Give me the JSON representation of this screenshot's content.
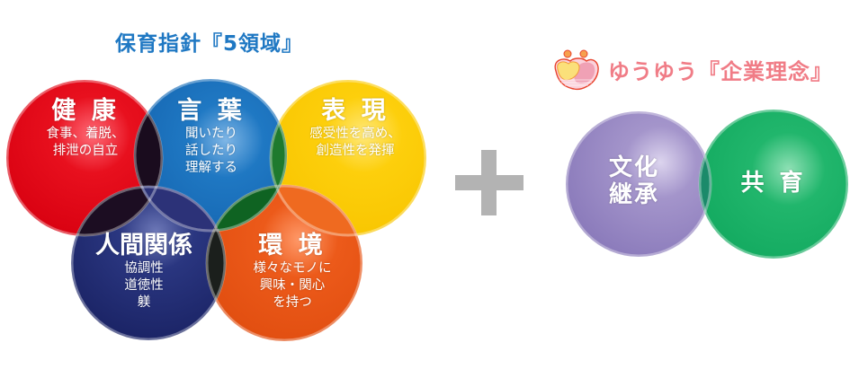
{
  "left": {
    "title": "保育指針『5領域』",
    "domains": [
      {
        "key": "health",
        "title": "健 康",
        "lines": [
          "食事、着脱、",
          "排泄の自立"
        ],
        "color": "#e60012"
      },
      {
        "key": "language",
        "title": "言 葉",
        "lines": [
          "聞いたり",
          "話したり",
          "理解する"
        ],
        "color": "#1a6fb9"
      },
      {
        "key": "expression",
        "title": "表 現",
        "lines": [
          "感受性を高め、",
          "創造性を発揮"
        ],
        "color": "#fcc800"
      },
      {
        "key": "relationships",
        "title": "人間関係",
        "lines": [
          "協調性",
          "道徳性",
          "躾"
        ],
        "color": "#1d2a6b"
      },
      {
        "key": "environment",
        "title": "環 境",
        "lines": [
          "様々なモノに",
          "興味・関心",
          "を持つ"
        ],
        "color": "#e95513"
      }
    ]
  },
  "operator": {
    "symbol": "+",
    "color": "#b3b3b3"
  },
  "right": {
    "brand": "ゆうゆう",
    "title": "ゆうゆう『企業理念』",
    "title_color": "#f07c86",
    "values": [
      {
        "key": "culture",
        "lines": [
          "文化",
          "継承"
        ],
        "color": "#8d7dbb"
      },
      {
        "key": "co-raising",
        "lines": [
          "共 育"
        ],
        "color": "#17ad65"
      }
    ]
  }
}
